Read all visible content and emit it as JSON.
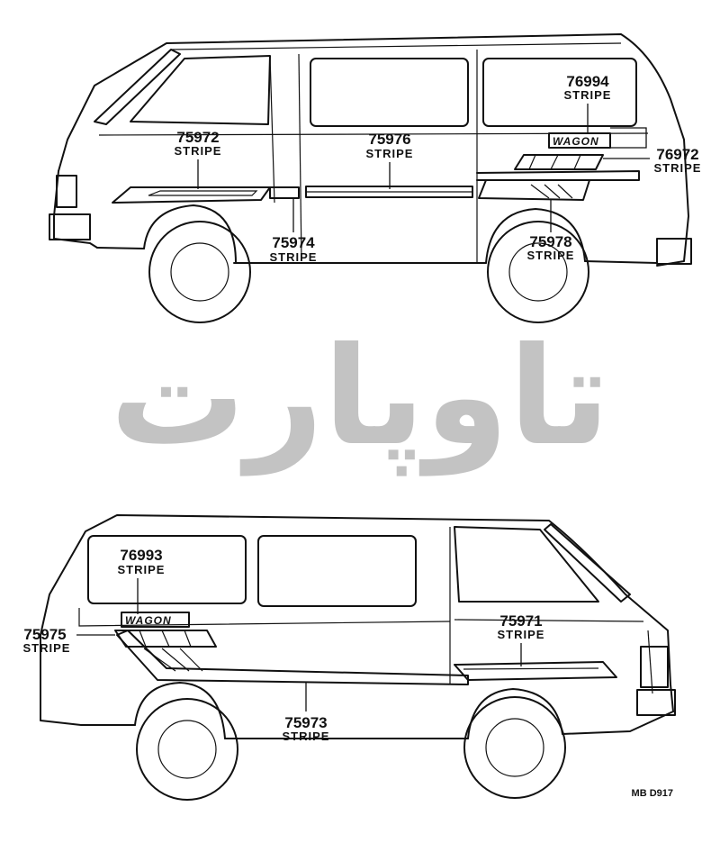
{
  "callouts_top": [
    {
      "id": "c-75972",
      "number": "75972",
      "name": "STRIPE"
    },
    {
      "id": "c-75976",
      "number": "75976",
      "name": "STRIPE"
    },
    {
      "id": "c-76994",
      "number": "76994",
      "name": "STRIPE"
    },
    {
      "id": "c-76972",
      "number": "76972",
      "name": "STRIPE"
    },
    {
      "id": "c-75974",
      "number": "75974",
      "name": "STRIPE"
    },
    {
      "id": "c-75978",
      "number": "75978",
      "name": "STRIPE"
    }
  ],
  "callouts_bottom": [
    {
      "id": "c-76993",
      "number": "76993",
      "name": "STRIPE"
    },
    {
      "id": "c-75975",
      "number": "75975",
      "name": "STRIPE"
    },
    {
      "id": "c-75971",
      "number": "75971",
      "name": "STRIPE"
    },
    {
      "id": "c-75973",
      "number": "75973",
      "name": "STRIPE"
    }
  ],
  "badges": {
    "top": "WAGON",
    "bottom": "WAGON"
  },
  "watermark": {
    "text": "تاوپارت",
    "color": "#bdbdbd"
  },
  "diagram_code": "MB D917"
}
